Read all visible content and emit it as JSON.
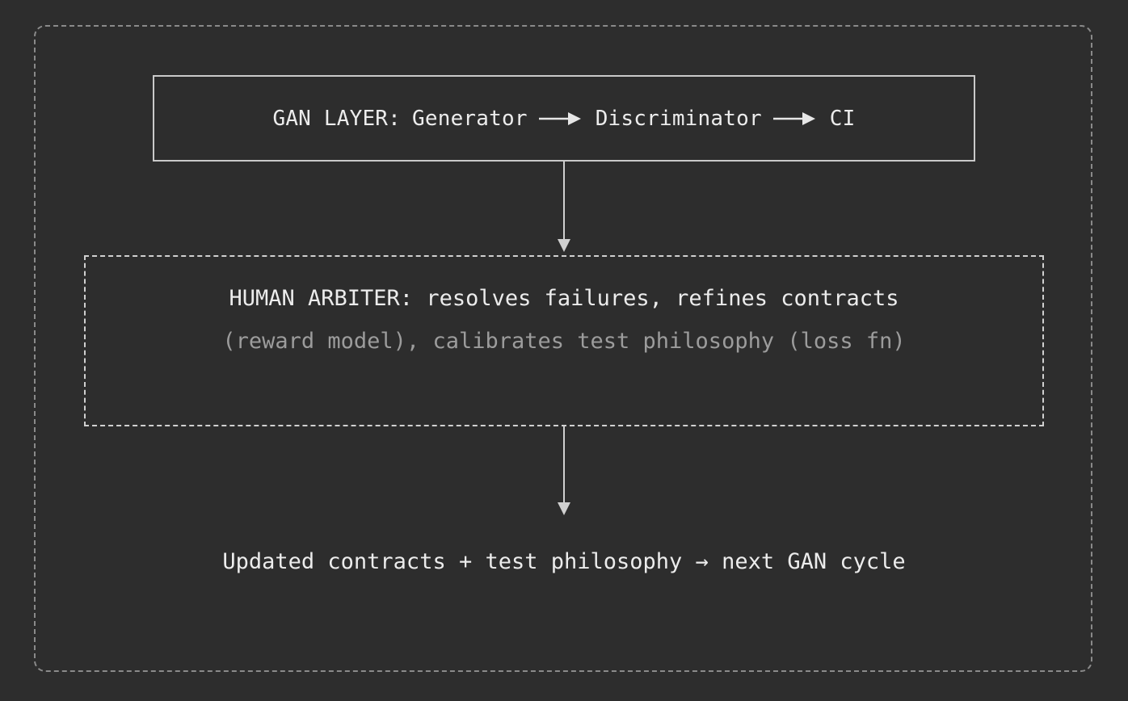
{
  "gan_layer": {
    "label": "GAN LAYER:",
    "generator": "Generator",
    "discriminator": "Discriminator",
    "ci": "CI"
  },
  "arbiter": {
    "line1": "HUMAN ARBITER: resolves failures, refines contracts",
    "line2": "(reward model), calibrates test philosophy (loss fn)"
  },
  "result": {
    "text": "Updated contracts + test philosophy → next GAN cycle"
  },
  "colors": {
    "background": "#2d2d2d",
    "stroke": "#c9c9c9",
    "text": "#ececec",
    "muted_text": "#9c9c9c"
  }
}
